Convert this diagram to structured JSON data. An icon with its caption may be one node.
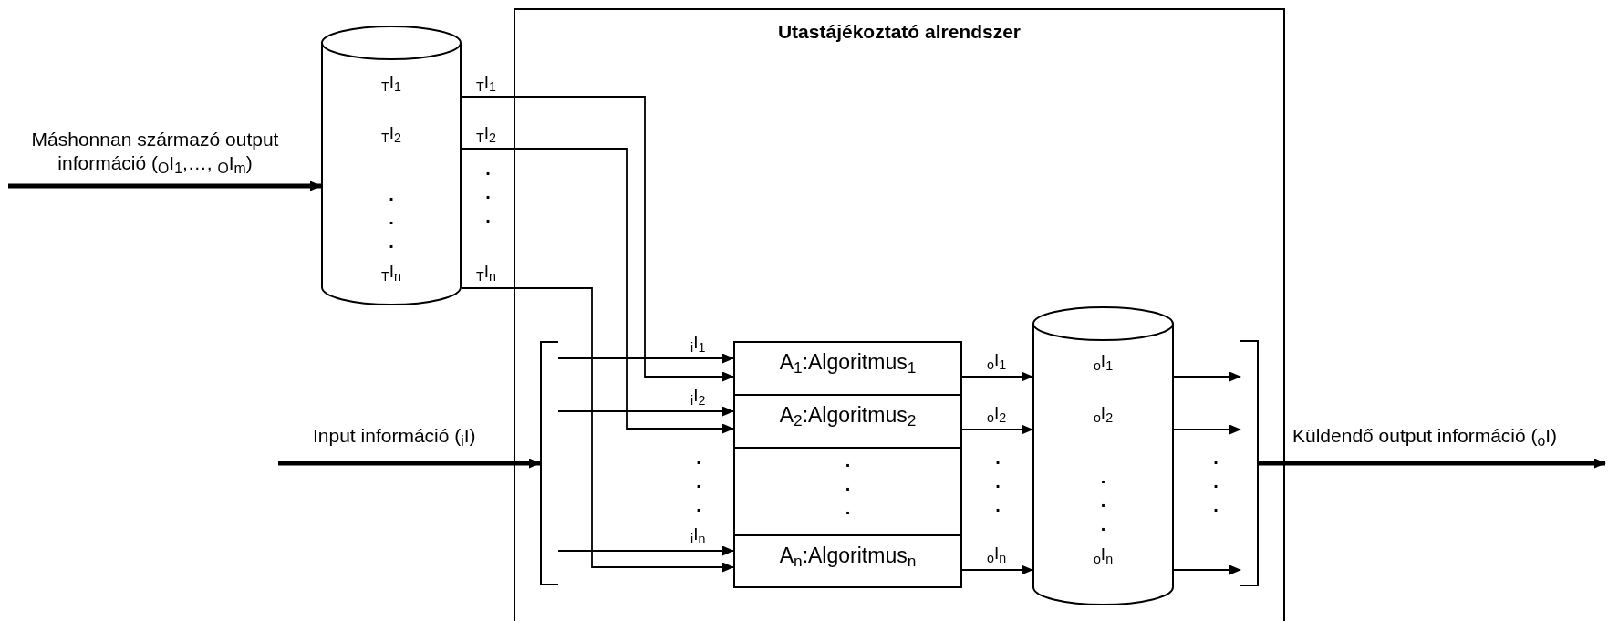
{
  "diagram": {
    "nodes": [
      {
        "text": [
          "Utastájékoztató alrendszer"
        ]
      },
      {
        "text": [
          "$_{T}$I$_{1}$",
          "$_{T}$I$_{2}$",
          "...",
          "$_{T}$I$_{n}$"
        ]
      },
      {
        "text": [],
        "shape": "bracket",
        "in": 0
      },
      {
        "text": [
          "A$_{1}$:Algoritmus$_{1}$"
        ],
        "in": 0
      },
      {
        "text": [
          "A$_{2}$:Algoritmus$_{2}$"
        ],
        "in": 0
      },
      {
        "text": [
          "..."
        ],
        "in": 0
      },
      {
        "text": [
          "A$_{n}$:Algoritmus$_{n}$"
        ],
        "in": 0
      },
      {
        "text": [
          "$_{o}$I$_{1}$",
          "$_{o}$I$_{2}$",
          "...",
          "$_{o}$I$_{n}$"
        ],
        "in": 0
      },
      {
        "text": [],
        "shape": "bracket",
        "in": 0
      }
    ],
    "edges": [
      {
        "from": null,
        "to": 1,
        "arrow": "to",
        "style": "thick",
        "label": "Máshonnan származó output információ ($_{O}$I$_{1}$,…, $_{O}$I$_{m}$)"
      },
      {
        "from": null,
        "to": 2,
        "arrow": "to",
        "style": "thick",
        "label": "Input információ ($_{i}$I)"
      },
      {
        "from": 1,
        "to": 3,
        "arrow": "to",
        "label": "$_{T}$I$_{1}$"
      },
      {
        "from": 1,
        "to": 4,
        "arrow": "to",
        "label": "$_{T}$I$_{2}$"
      },
      {
        "from": 1,
        "to": 6,
        "arrow": "to",
        "label": "$_{T}$I$_{n}$"
      },
      {
        "from": 2,
        "to": 3,
        "arrow": "to",
        "label": "$_{i}$I$_{1}$"
      },
      {
        "from": 2,
        "to": 4,
        "arrow": "to",
        "label": "$_{i}$I$_{2}$"
      },
      {
        "from": 2,
        "to": 6,
        "arrow": "to",
        "label": "$_{i}$I$_{n}$"
      },
      {
        "from": 3,
        "to": 7,
        "arrow": "to",
        "label": "$_{o}$I$_{1}$"
      },
      {
        "from": 4,
        "to": 7,
        "arrow": "to",
        "label": "$_{o}$I$_{2}$"
      },
      {
        "from": 6,
        "to": 7,
        "arrow": "to",
        "label": "$_{o}$I$_{n}$"
      },
      {
        "from": 7,
        "to": 8,
        "arrow": "to"
      },
      {
        "from": 7,
        "to": 8,
        "arrow": "to"
      },
      {
        "from": 7,
        "to": 8,
        "arrow": "to"
      },
      {
        "from": 8,
        "to": null,
        "arrow": "to",
        "style": "thick",
        "label": "Küldendő output információ ($_{o}$I)"
      }
    ],
    "labels": [
      "...",
      "...",
      "...",
      "..."
    ]
  }
}
